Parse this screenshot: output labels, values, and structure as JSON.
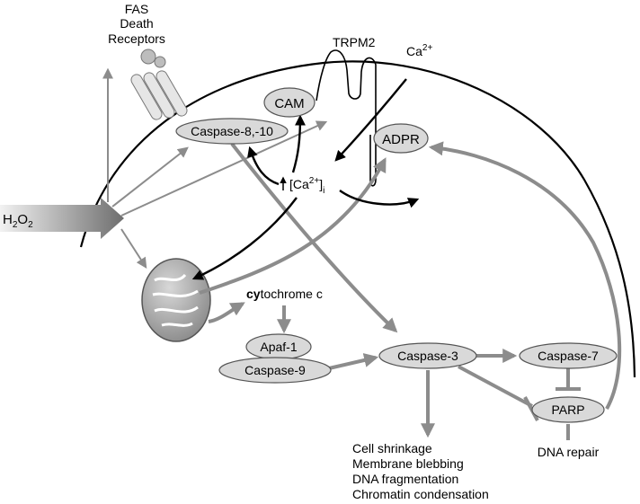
{
  "labels": {
    "fas": "FAS",
    "death": "Death",
    "receptors": "Receptors",
    "trpm2": "TRPM2",
    "ca_ion": "Ca",
    "ca_ion_sup": "2+",
    "cam": "CAM",
    "caspase_8_10": "Caspase-8,-10",
    "adpr": "ADPR",
    "ca_i_open": "[Ca",
    "ca_i_sup": "2+",
    "ca_i_close": "]",
    "ca_i_sub": "i",
    "h2o2_h": "H",
    "h2o2_2a": "2",
    "h2o2_o": "O",
    "h2o2_2b": "2",
    "cytochrome_bold": "cy",
    "cytochrome_rest": "tochrome c",
    "apaf1": "Apaf-1",
    "caspase_9": "Caspase-9",
    "caspase_3": "Caspase-3",
    "caspase_7": "Caspase-7",
    "parp": "PARP",
    "dna_repair": "DNA repair",
    "outcomes": [
      "Cell shrinkage",
      "Membrane blebbing",
      "DNA fragmentation",
      "Chromatin condensation"
    ]
  },
  "colors": {
    "node_fill": "#d9d9d9",
    "gray_arrow": "#8c8c8c",
    "black_arrow": "#000000",
    "h2o2_gradient_start": "#f2f2f2",
    "h2o2_gradient_end": "#6e6e6e"
  }
}
